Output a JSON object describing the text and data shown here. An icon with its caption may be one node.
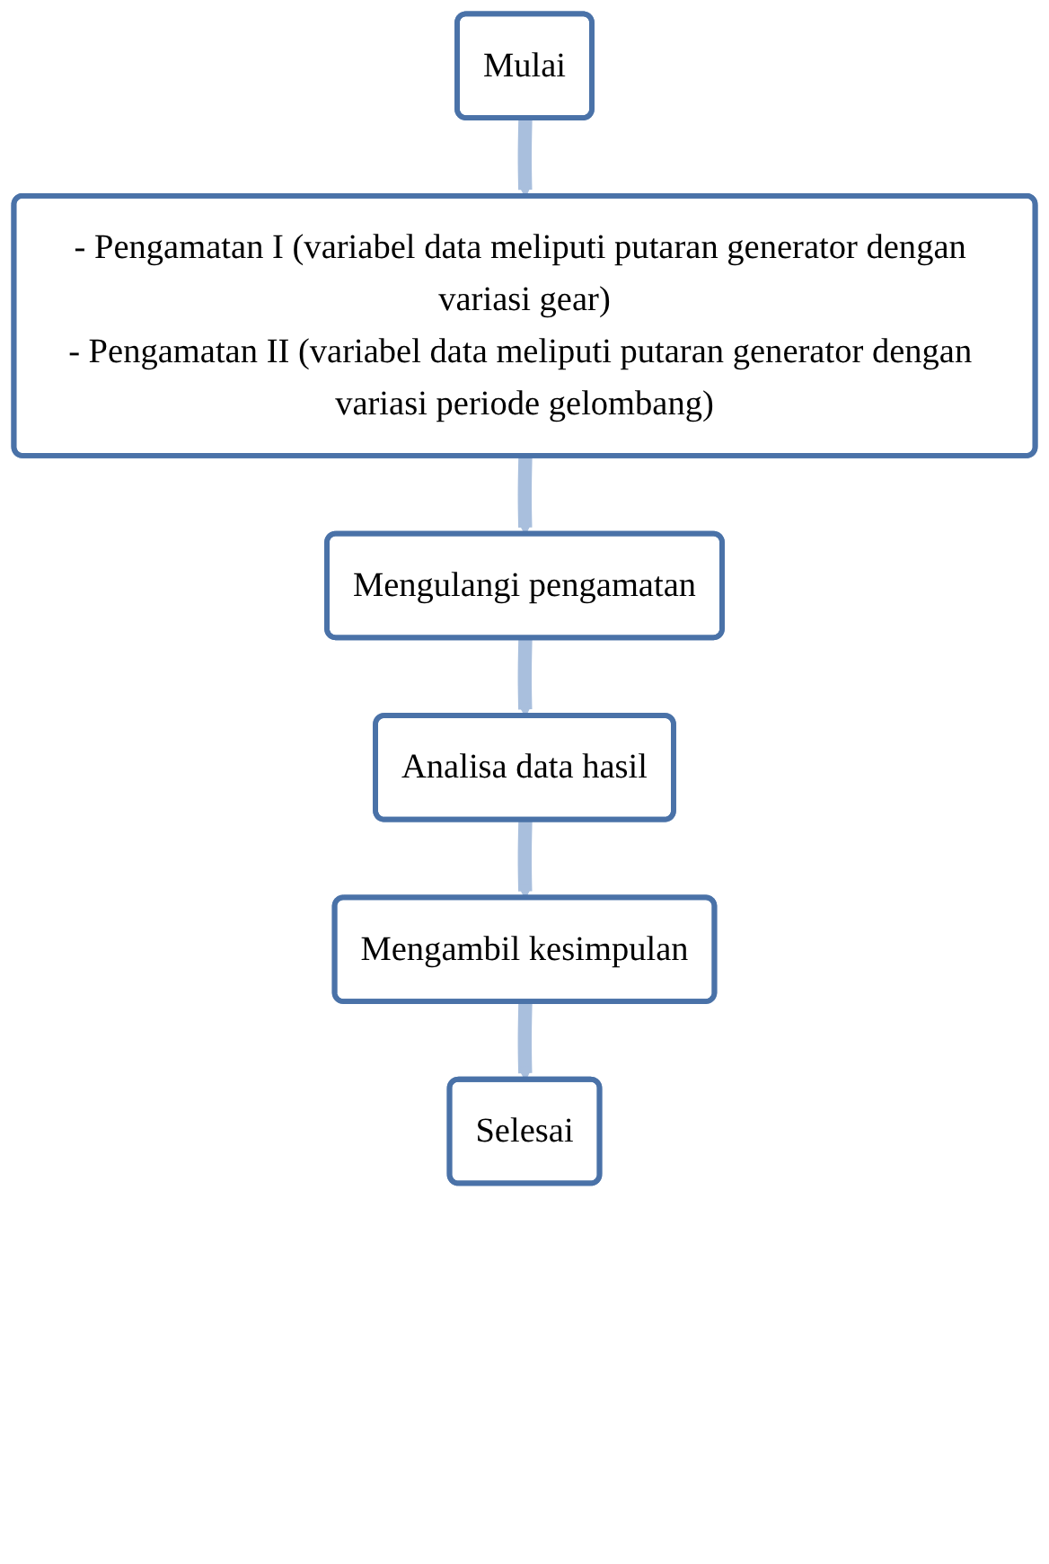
{
  "diagram": {
    "nodes": [
      {
        "text": [
          "Mulai"
        ]
      },
      {
        "text": [
          "- Pengamatan I (variabel data meliputi putaran generator dengan variasi gear)",
          "- Pengamatan II (variabel data meliputi putaran generator dengan variasi periode gelombang)"
        ]
      },
      {
        "text": [
          "Mengulangi pengamatan"
        ]
      },
      {
        "text": [
          "Analisa data hasil"
        ]
      },
      {
        "text": [
          "Mengambil kesimpulan"
        ]
      },
      {
        "text": [
          "Selesai"
        ]
      }
    ],
    "edges": [
      {
        "from": 0,
        "to": 1,
        "arrow": "to"
      },
      {
        "from": 1,
        "to": 2,
        "arrow": "to"
      },
      {
        "from": 2,
        "to": 3,
        "arrow": "to"
      },
      {
        "from": 3,
        "to": 4,
        "arrow": "to"
      },
      {
        "from": 4,
        "to": 5,
        "arrow": "to"
      }
    ]
  }
}
